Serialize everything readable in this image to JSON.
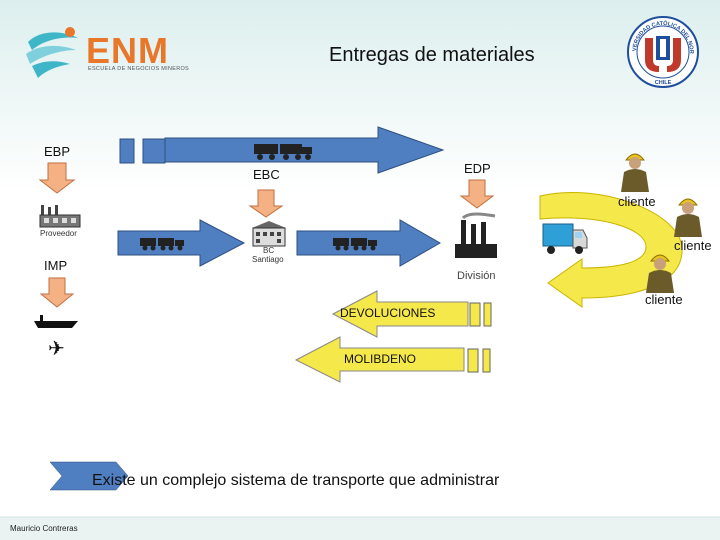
{
  "title": "Entregas de materiales",
  "logo_left": {
    "name": "ENM",
    "subtitle": "ESCUELA DE NEGOCIOS MINEROS"
  },
  "logo_right": {
    "ring_text": "UNIVERSIDAD CATÓLICA DEL NORTE",
    "bottom_text": "CHILE"
  },
  "labels": {
    "ebp": "EBP",
    "ebc": "EBC",
    "edp": "EDP",
    "imp": "IMP",
    "proveedor": "Proveedor",
    "bc": "BC",
    "santiago": "Santiago",
    "division": "División",
    "devoluciones": "DEVOLUCIONES",
    "molibdeno": "MOLIBDENO"
  },
  "clientes": [
    "cliente",
    "cliente",
    "cliente"
  ],
  "footer_statement": "Existe un complejo sistema de transporte que administrar",
  "author": "Mauricio Contreras",
  "colors": {
    "blue_arrow": "#4f7fc1",
    "yellow_arrow": "#f5e84a",
    "orange_arrow": "#f4b183",
    "logo_teal": "#3fb6c8",
    "logo_orange": "#e8772a",
    "univ_blue": "#1f4e9c"
  }
}
